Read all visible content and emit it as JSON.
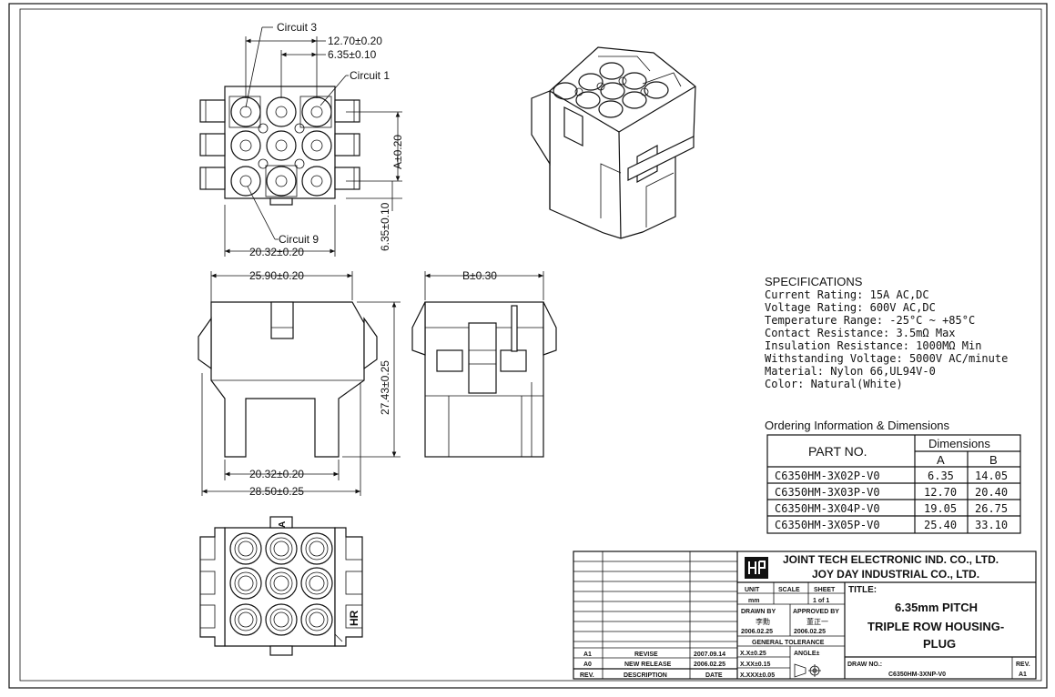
{
  "dims": {
    "circuit3": "Circuit  3",
    "circuit1": "Circuit  1",
    "circuit9": "Circuit  9",
    "d1270": "12.70±0.20",
    "d635a": "6.35±0.10",
    "a020": "A±0.20",
    "d635v": "6.35±0.10",
    "d2032top": "20.32±0.20",
    "d2590": "25.90±0.20",
    "b030": "B±0.30",
    "d2743": "27.43±0.25",
    "d2032bot": "20.32±0.20",
    "d2850": "28.50±0.25",
    "mark_a": "A",
    "mark_hr": "HR"
  },
  "specs": {
    "heading": "SPECIFICATIONS",
    "lines": [
      "Current Rating: 15A AC,DC",
      "Voltage Rating: 600V AC,DC",
      "Temperature Range: -25°C ~ +85°C",
      "Contact Resistance: 3.5mΩ Max",
      "Insulation Resistance: 1000MΩ Min",
      "Withstanding Voltage: 5000V AC/minute",
      "Material: Nylon 66,UL94V-0",
      "Color: Natural(White)"
    ]
  },
  "ordering": {
    "heading": "Ordering Information & Dimensions",
    "part_header": "PART NO.",
    "dim_header": "Dimensions",
    "col_a": "A",
    "col_b": "B",
    "rows": [
      {
        "part": "C6350HM-3X02P-V0",
        "a": "6.35",
        "b": "14.05"
      },
      {
        "part": "C6350HM-3X03P-V0",
        "a": "12.70",
        "b": "20.40"
      },
      {
        "part": "C6350HM-3X04P-V0",
        "a": "19.05",
        "b": "26.75"
      },
      {
        "part": "C6350HM-3X05P-V0",
        "a": "25.40",
        "b": "33.10"
      }
    ]
  },
  "titleblock": {
    "company1": "JOINT TECH ELECTRONIC IND. CO., LTD.",
    "company2": "JOY DAY INDUSTRIAL CO., LTD.",
    "unit_label": "UNIT",
    "unit_value": "mm",
    "scale_label": "SCALE",
    "sheet_label": "SHEET",
    "sheet_value": "1 of 1",
    "title_label": "TITLE:",
    "title_line1": "6.35mm PITCH",
    "title_line2": "TRIPLE ROW HOUSING-",
    "title_line3": "PLUG",
    "drawn_by_label": "DRAWN BY",
    "drawn_by_name": "李勳",
    "drawn_date": "2006.02.25",
    "approved_label": "APPROVED BY",
    "approved_name": "董正一",
    "approved_date": "2006.02.25",
    "tolerance_label": "GENERAL  TOLERANCE",
    "tol1": "X.X±0.25",
    "tol2": "X.XX±0.15",
    "tol3": "X.XXX±0.05",
    "angle_label": "ANGLE±",
    "draw_no_label": "DRAW NO.:",
    "draw_no": "C6350HM-3XNP-V0",
    "rev_label": "REV.",
    "rev_value": "A1",
    "revisions": [
      {
        "rev": "A1",
        "desc": "REVISE",
        "date": "2007.09.14"
      },
      {
        "rev": "A0",
        "desc": "NEW RELEASE",
        "date": "2006.02.25"
      }
    ],
    "rev_col": "REV.",
    "desc_col": "DESCRIPTION",
    "date_col": "DATE"
  }
}
